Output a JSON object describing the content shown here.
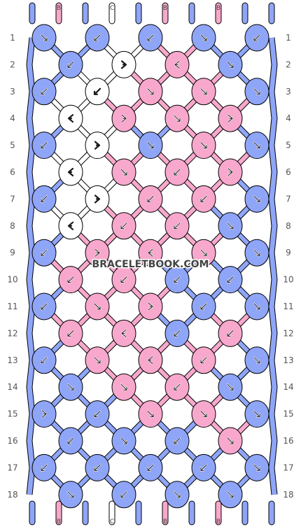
{
  "watermark": "BRACELETBOOK.COM",
  "colors": {
    "A": "#8fa5f7",
    "B": "#f8a8cc",
    "C": "#ffffff",
    "outline": "#000000",
    "thread_dark": "#1a1a1a"
  },
  "strands_top": [
    "A",
    "B",
    "A",
    "C",
    "A",
    "B",
    "A",
    "B",
    "A",
    "A"
  ],
  "strands_bottom": [
    "A",
    "B",
    "A",
    "C",
    "A",
    "B",
    "A",
    "B",
    "A",
    "A"
  ],
  "row_labels": [
    "1",
    "2",
    "3",
    "4",
    "5",
    "6",
    "7",
    "8",
    "9",
    "10",
    "11",
    "12",
    "13",
    "14",
    "15",
    "16",
    "17",
    "18"
  ],
  "knots": [
    [
      {
        "c": "A",
        "d": "dr"
      },
      {
        "c": "A",
        "d": "dl"
      },
      {
        "c": "A",
        "d": "dl"
      },
      {
        "c": "A",
        "d": "dr"
      },
      {
        "c": "A",
        "d": "dl"
      }
    ],
    [
      {
        "c": "A",
        "d": "dl"
      },
      {
        "c": "C",
        "d": "fr"
      },
      {
        "c": "B",
        "d": "fl"
      },
      {
        "c": "A",
        "d": "dr"
      }
    ],
    [
      {
        "c": "A",
        "d": "dl"
      },
      {
        "c": "C",
        "d": "dl"
      },
      {
        "c": "B",
        "d": "dr"
      },
      {
        "c": "B",
        "d": "dr"
      },
      {
        "c": "A",
        "d": "dr"
      }
    ],
    [
      {
        "c": "C",
        "d": "fl"
      },
      {
        "c": "B",
        "d": "fr"
      },
      {
        "c": "B",
        "d": "dr"
      },
      {
        "c": "B",
        "d": "fr"
      }
    ],
    [
      {
        "c": "A",
        "d": "dl"
      },
      {
        "c": "C",
        "d": "fr"
      },
      {
        "c": "A",
        "d": "dr"
      },
      {
        "c": "B",
        "d": "dr"
      },
      {
        "c": "A",
        "d": "dr"
      }
    ],
    [
      {
        "c": "C",
        "d": "fl"
      },
      {
        "c": "B",
        "d": "dr"
      },
      {
        "c": "B",
        "d": "dl"
      },
      {
        "c": "B",
        "d": "fr"
      }
    ],
    [
      {
        "c": "A",
        "d": "dl"
      },
      {
        "c": "C",
        "d": "fr"
      },
      {
        "c": "B",
        "d": "dl"
      },
      {
        "c": "B",
        "d": "dl"
      },
      {
        "c": "A",
        "d": "dr"
      }
    ],
    [
      {
        "c": "C",
        "d": "fl"
      },
      {
        "c": "B",
        "d": "dl"
      },
      {
        "c": "B",
        "d": "dl"
      },
      {
        "c": "A",
        "d": "dr"
      }
    ],
    [
      {
        "c": "A",
        "d": "dl"
      },
      {
        "c": "B",
        "d": "fr"
      },
      {
        "c": "B",
        "d": "fl"
      },
      {
        "c": "B",
        "d": "dr"
      },
      {
        "c": "A",
        "d": "dr"
      }
    ],
    [
      {
        "c": "B",
        "d": "dl"
      },
      {
        "c": "B",
        "d": "dl"
      },
      {
        "c": "A",
        "d": "dl"
      },
      {
        "c": "A",
        "d": "dl"
      }
    ],
    [
      {
        "c": "A",
        "d": "dl"
      },
      {
        "c": "B",
        "d": "dr"
      },
      {
        "c": "B",
        "d": "fr"
      },
      {
        "c": "A",
        "d": "dl"
      },
      {
        "c": "A",
        "d": "dr"
      }
    ],
    [
      {
        "c": "B",
        "d": "dl"
      },
      {
        "c": "B",
        "d": "fl"
      },
      {
        "c": "A",
        "d": "dl"
      },
      {
        "c": "B",
        "d": "dl"
      }
    ],
    [
      {
        "c": "A",
        "d": "dl"
      },
      {
        "c": "B",
        "d": "dr"
      },
      {
        "c": "B",
        "d": "fl"
      },
      {
        "c": "B",
        "d": "dl"
      },
      {
        "c": "A",
        "d": "dr"
      }
    ],
    [
      {
        "c": "A",
        "d": "dr"
      },
      {
        "c": "B",
        "d": "dr"
      },
      {
        "c": "B",
        "d": "dl"
      },
      {
        "c": "A",
        "d": "dr"
      }
    ],
    [
      {
        "c": "A",
        "d": "fr"
      },
      {
        "c": "A",
        "d": "dl"
      },
      {
        "c": "B",
        "d": "dr"
      },
      {
        "c": "B",
        "d": "dr"
      },
      {
        "c": "A",
        "d": "dr"
      }
    ],
    [
      {
        "c": "A",
        "d": "dl"
      },
      {
        "c": "A",
        "d": "dr"
      },
      {
        "c": "A",
        "d": "dl"
      },
      {
        "c": "B",
        "d": "dr"
      }
    ],
    [
      {
        "c": "A",
        "d": "dl"
      },
      {
        "c": "A",
        "d": "dl"
      },
      {
        "c": "A",
        "d": "dl"
      },
      {
        "c": "A",
        "d": "dl"
      },
      {
        "c": "A",
        "d": "dr"
      }
    ],
    [
      {
        "c": "A",
        "d": "dr"
      },
      {
        "c": "A",
        "d": "dl"
      },
      {
        "c": "A",
        "d": "dr"
      },
      {
        "c": "A",
        "d": "dr"
      }
    ]
  ]
}
